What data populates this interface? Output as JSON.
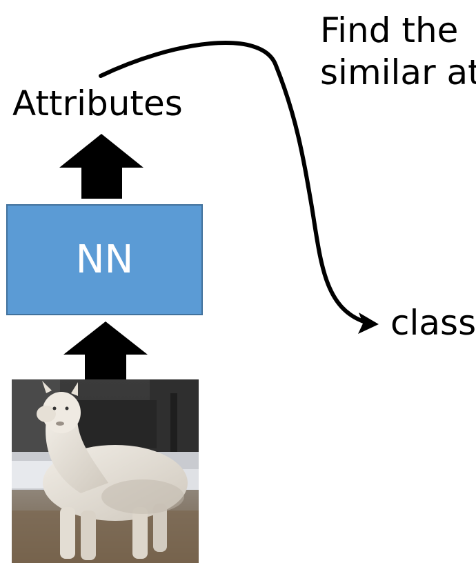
{
  "labels": {
    "attributes": "Attributes",
    "nn": "NN",
    "top_line_1": "Find the",
    "top_line_2": "similar at",
    "class": "class"
  },
  "colors": {
    "nn_fill": "#5b9bd5",
    "nn_border": "#41719c",
    "arrow": "#000000",
    "text": "#000000"
  },
  "image": {
    "subject": "alpaca-photo"
  }
}
